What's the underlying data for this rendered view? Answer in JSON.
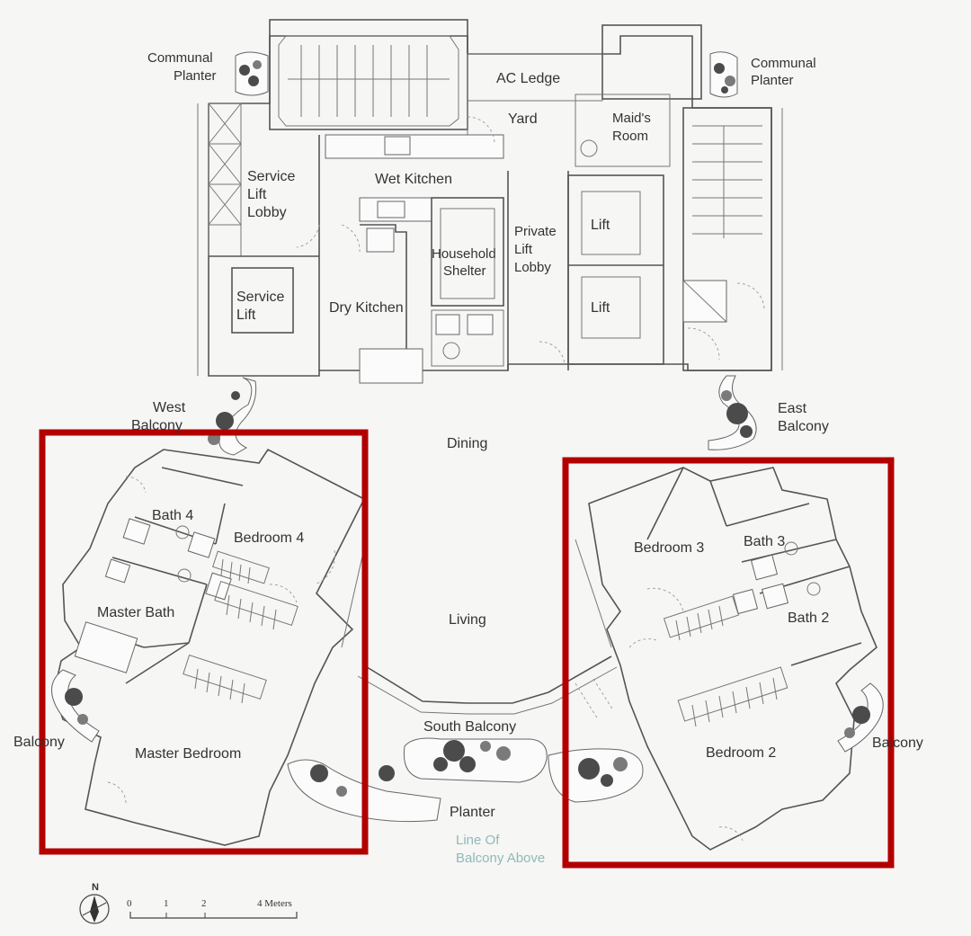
{
  "labels": {
    "communal_planter_left": [
      "Communal",
      "Planter"
    ],
    "communal_planter_right": [
      "Communal",
      "Planter"
    ],
    "ac_ledge": "AC Ledge",
    "yard": "Yard",
    "maids_room": [
      "Maid's",
      "Room"
    ],
    "service_lift_lobby": [
      "Service",
      "Lift",
      "Lobby"
    ],
    "wet_kitchen": "Wet Kitchen",
    "household_shelter": [
      "Household",
      "Shelter"
    ],
    "private_lift_lobby": [
      "Private",
      "Lift",
      "Lobby"
    ],
    "lift_1": "Lift",
    "lift_2": "Lift",
    "service_lift": [
      "Service",
      "Lift"
    ],
    "dry_kitchen": "Dry Kitchen",
    "west_balcony": [
      "West",
      "Balcony"
    ],
    "east_balcony": [
      "East",
      "Balcony"
    ],
    "dining": "Dining",
    "bath_4": "Bath 4",
    "bedroom_4": "Bedroom 4",
    "bedroom_3": "Bedroom 3",
    "bath_3": "Bath 3",
    "master_bath": "Master Bath",
    "living": "Living",
    "bath_2": "Bath 2",
    "balcony_left": "Balcony",
    "balcony_right": "Balcony",
    "master_bedroom": "Master Bedroom",
    "south_balcony": "South Balcony",
    "bedroom_2": "Bedroom 2",
    "planter": "Planter",
    "line_of_balcony": [
      "Line Of",
      "Balcony Above"
    ]
  },
  "compass": {
    "label": "N"
  },
  "scale_bar": {
    "ticks": [
      "0",
      "1",
      "2",
      "4 Meters"
    ]
  },
  "colors": {
    "highlight": "#b20000",
    "note_text": "#8fb9b8"
  }
}
